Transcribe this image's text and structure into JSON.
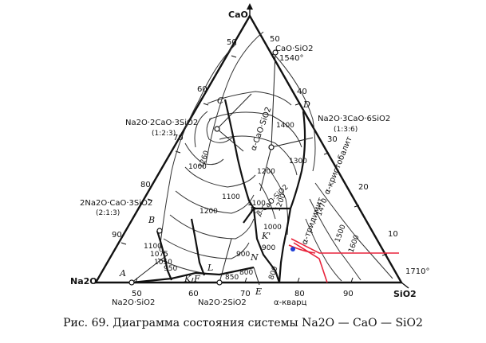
{
  "caption": "Рис. 69. Диаграмма состояния системы Na2O — CaO — SiO2",
  "vertices": {
    "top": "CaO",
    "left": "Na2O",
    "right": "SiO2"
  },
  "right_edge_ticks": [
    "10",
    "20",
    "30",
    "40",
    "50"
  ],
  "left_edge_ticks": [
    "50",
    "60",
    "70",
    "80",
    "90"
  ],
  "bottom_edge_ticks": [
    "50",
    "60",
    "70",
    "80",
    "90"
  ],
  "compounds": {
    "cs": "CaO·SiO2",
    "cs_temp": "1540°",
    "n2c3s": "Na2O·2CaO·3SiO2",
    "n2c3s_ratio": "(1:2:3)",
    "n1c3s6": "Na2O·3CaO·6SiO2",
    "n1c3s6_ratio": "(1:3:6)",
    "n2c1s3": "2Na2O·CaO·3SiO2",
    "n2c1s3_ratio": "(2:1:3)",
    "ns": "Na2O·SiO2",
    "ns2": "Na2O·2SiO2",
    "sio2_temp": "1710°"
  },
  "phases": {
    "alpha_cs": "α-CaO·SiO2",
    "beta_cs": "β-CaO·SiO2",
    "cristobalite": "α-кристобалит",
    "tridymite": "α-тридимит",
    "quartz": "α-кварц"
  },
  "points": {
    "A": "A",
    "B": "B",
    "C": "C",
    "D": "D",
    "E": "E",
    "K": "K",
    "L": "L",
    "N": "N",
    "R": "R",
    "F": "F",
    "Kprime": "K'"
  },
  "isotherms": [
    "1000",
    "1100",
    "1200",
    "1300",
    "1400",
    "1470",
    "1500",
    "1600",
    "900",
    "800",
    "850",
    "950",
    "1050",
    "1075",
    "1100",
    "1200",
    "1260",
    "1000",
    "900",
    "800",
    "1100",
    "1200"
  ],
  "colors": {
    "red_lines": "#e8233b",
    "blue_dot": "#1f3fd6"
  }
}
